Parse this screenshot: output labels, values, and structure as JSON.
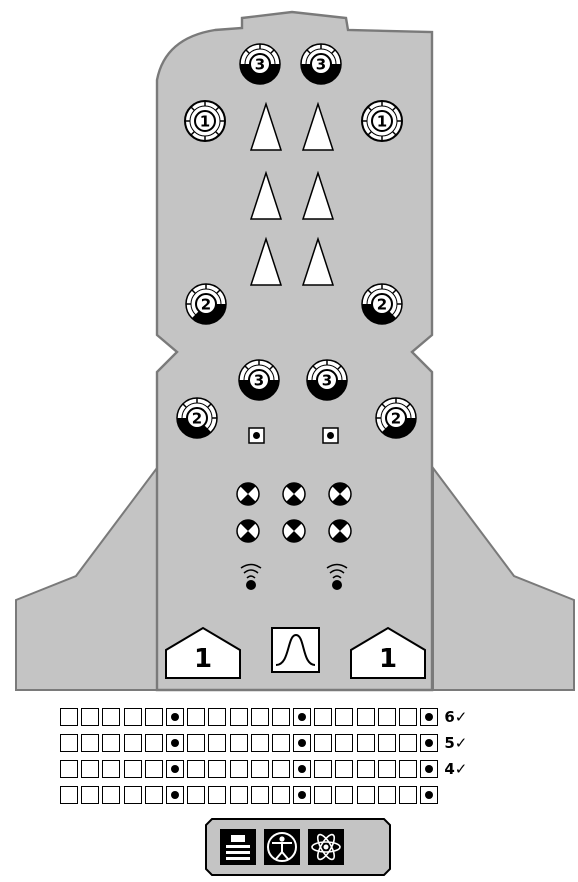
{
  "hull": {
    "nose_mounts": [
      "3",
      "3"
    ],
    "forward_mounts": [
      "1",
      "1"
    ],
    "mid_mounts": [
      "2",
      "2"
    ],
    "aft_mounts": [
      "3",
      "3"
    ],
    "side_mounts": [
      "2",
      "2"
    ],
    "slot_left": "1",
    "slot_right": "1"
  },
  "grid": {
    "rows": [
      {
        "label": "6✓",
        "dots": [
          5,
          11,
          17
        ]
      },
      {
        "label": "5✓",
        "dots": [
          5,
          11,
          17
        ]
      },
      {
        "label": "4✓",
        "dots": [
          5,
          11,
          17
        ]
      },
      {
        "label": "",
        "dots": [
          5,
          11,
          17
        ]
      }
    ]
  },
  "toolbar": {
    "icons": [
      "levels-icon",
      "vitruvian-icon",
      "atom-icon"
    ]
  },
  "colors": {
    "hull": "#c4c4c4",
    "outline": "#7a7a7a"
  }
}
